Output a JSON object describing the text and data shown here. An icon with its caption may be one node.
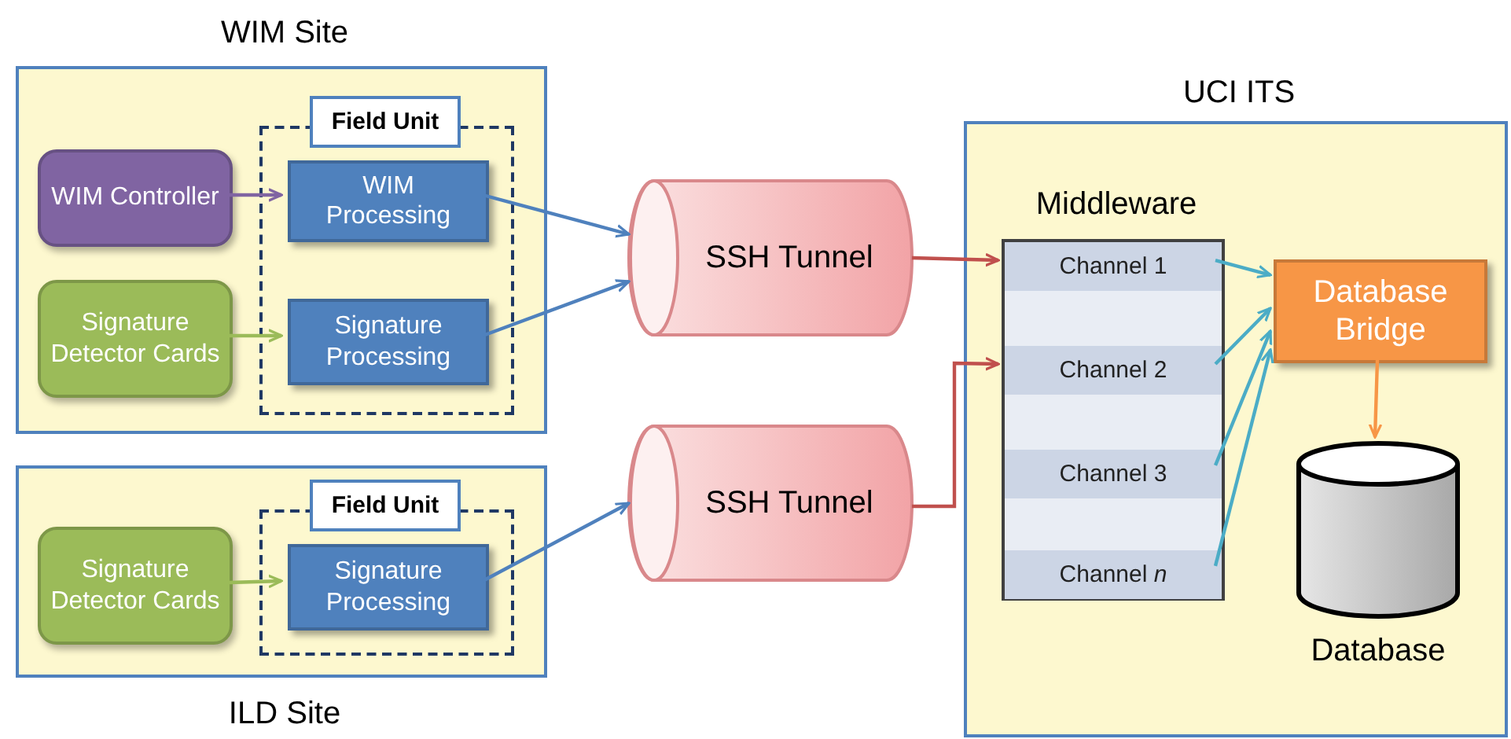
{
  "diagram": {
    "nodes": [
      {
        "text": [
          "WIM Site"
        ]
      },
      {
        "text": [
          "Field Unit"
        ],
        "in": 0
      },
      {
        "text": [
          "WIM Controller"
        ],
        "in": 0
      },
      {
        "text": [
          "WIM Processing"
        ],
        "in": 1
      },
      {
        "text": [
          "Signature Detector Cards"
        ],
        "in": 0
      },
      {
        "text": [
          "Signature Processing"
        ],
        "in": 1
      },
      {
        "text": [
          "ILD Site"
        ]
      },
      {
        "text": [
          "Field Unit"
        ],
        "in": 6
      },
      {
        "text": [
          "Signature Detector Cards"
        ],
        "in": 6
      },
      {
        "text": [
          "Signature Processing"
        ],
        "in": 7
      },
      {
        "text": [
          "SSH Tunnel"
        ]
      },
      {
        "text": [
          "SSH Tunnel"
        ]
      },
      {
        "text": [
          "UCI ITS"
        ]
      },
      {
        "text": [
          "Middleware"
        ],
        "in": 12
      },
      {
        "text": [
          "Channel 1"
        ],
        "in": 13
      },
      {
        "text": [
          "Channel 2"
        ],
        "in": 13
      },
      {
        "text": [
          "Channel 3"
        ],
        "in": 13
      },
      {
        "text": [
          "Channel *n*"
        ],
        "in": 13
      },
      {
        "text": [
          "Database Bridge"
        ],
        "in": 12
      },
      {
        "text": [
          "Database"
        ],
        "in": 12
      }
    ],
    "edges": [
      {
        "from": 2,
        "to": 3,
        "arrow": "to",
        "color": "#8064a2"
      },
      {
        "from": 4,
        "to": 5,
        "arrow": "to",
        "color": "#9bbb59"
      },
      {
        "from": 8,
        "to": 9,
        "arrow": "to",
        "color": "#9bbb59"
      },
      {
        "from": 3,
        "to": 10,
        "arrow": "to",
        "color": "#4f81bd"
      },
      {
        "from": 5,
        "to": 10,
        "arrow": "to",
        "color": "#4f81bd"
      },
      {
        "from": 9,
        "to": 11,
        "arrow": "to",
        "color": "#4f81bd"
      },
      {
        "from": 10,
        "to": 14,
        "arrow": "to",
        "color": "#c0504d"
      },
      {
        "from": 11,
        "to": 15,
        "arrow": "to",
        "color": "#c0504d"
      },
      {
        "from": 14,
        "to": 18,
        "arrow": "to",
        "color": "#4bacc6"
      },
      {
        "from": 15,
        "to": 18,
        "arrow": "to",
        "color": "#4bacc6"
      },
      {
        "from": 16,
        "to": 18,
        "arrow": "to",
        "color": "#4bacc6"
      },
      {
        "from": 17,
        "to": 18,
        "arrow": "to",
        "color": "#4bacc6"
      },
      {
        "from": 18,
        "to": 19,
        "arrow": "to",
        "color": "#f79646"
      }
    ]
  }
}
